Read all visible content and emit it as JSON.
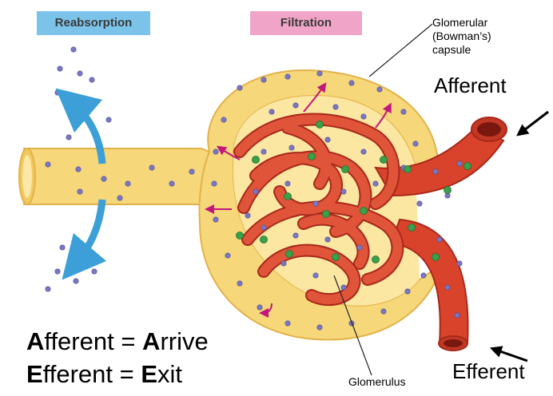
{
  "labels": {
    "reabsorption": "Reabsorption",
    "filtration": "Filtration",
    "capsule": "Glomerular (Bowman’s) capsule",
    "afferent": "Afferent",
    "efferent": "Efferent",
    "glomerulus": "Glomerulus"
  },
  "mnemonic": {
    "line1": {
      "a": "A",
      "b": "fferent = ",
      "c": "A",
      "d": "rrive"
    },
    "line2": {
      "a": "E",
      "b": "fferent = ",
      "c": "E",
      "d": "xit"
    }
  },
  "colors": {
    "tubule": "#f6d77a",
    "tubule_edge": "#e2b24a",
    "vessel": "#d9432b",
    "vessel_edge": "#a8281a",
    "reabsorption_arrow": "#3c9fd8",
    "filtration_arrow": "#c2187a",
    "solute_purple": "#7a78c4",
    "solute_green": "#3aa04a"
  }
}
